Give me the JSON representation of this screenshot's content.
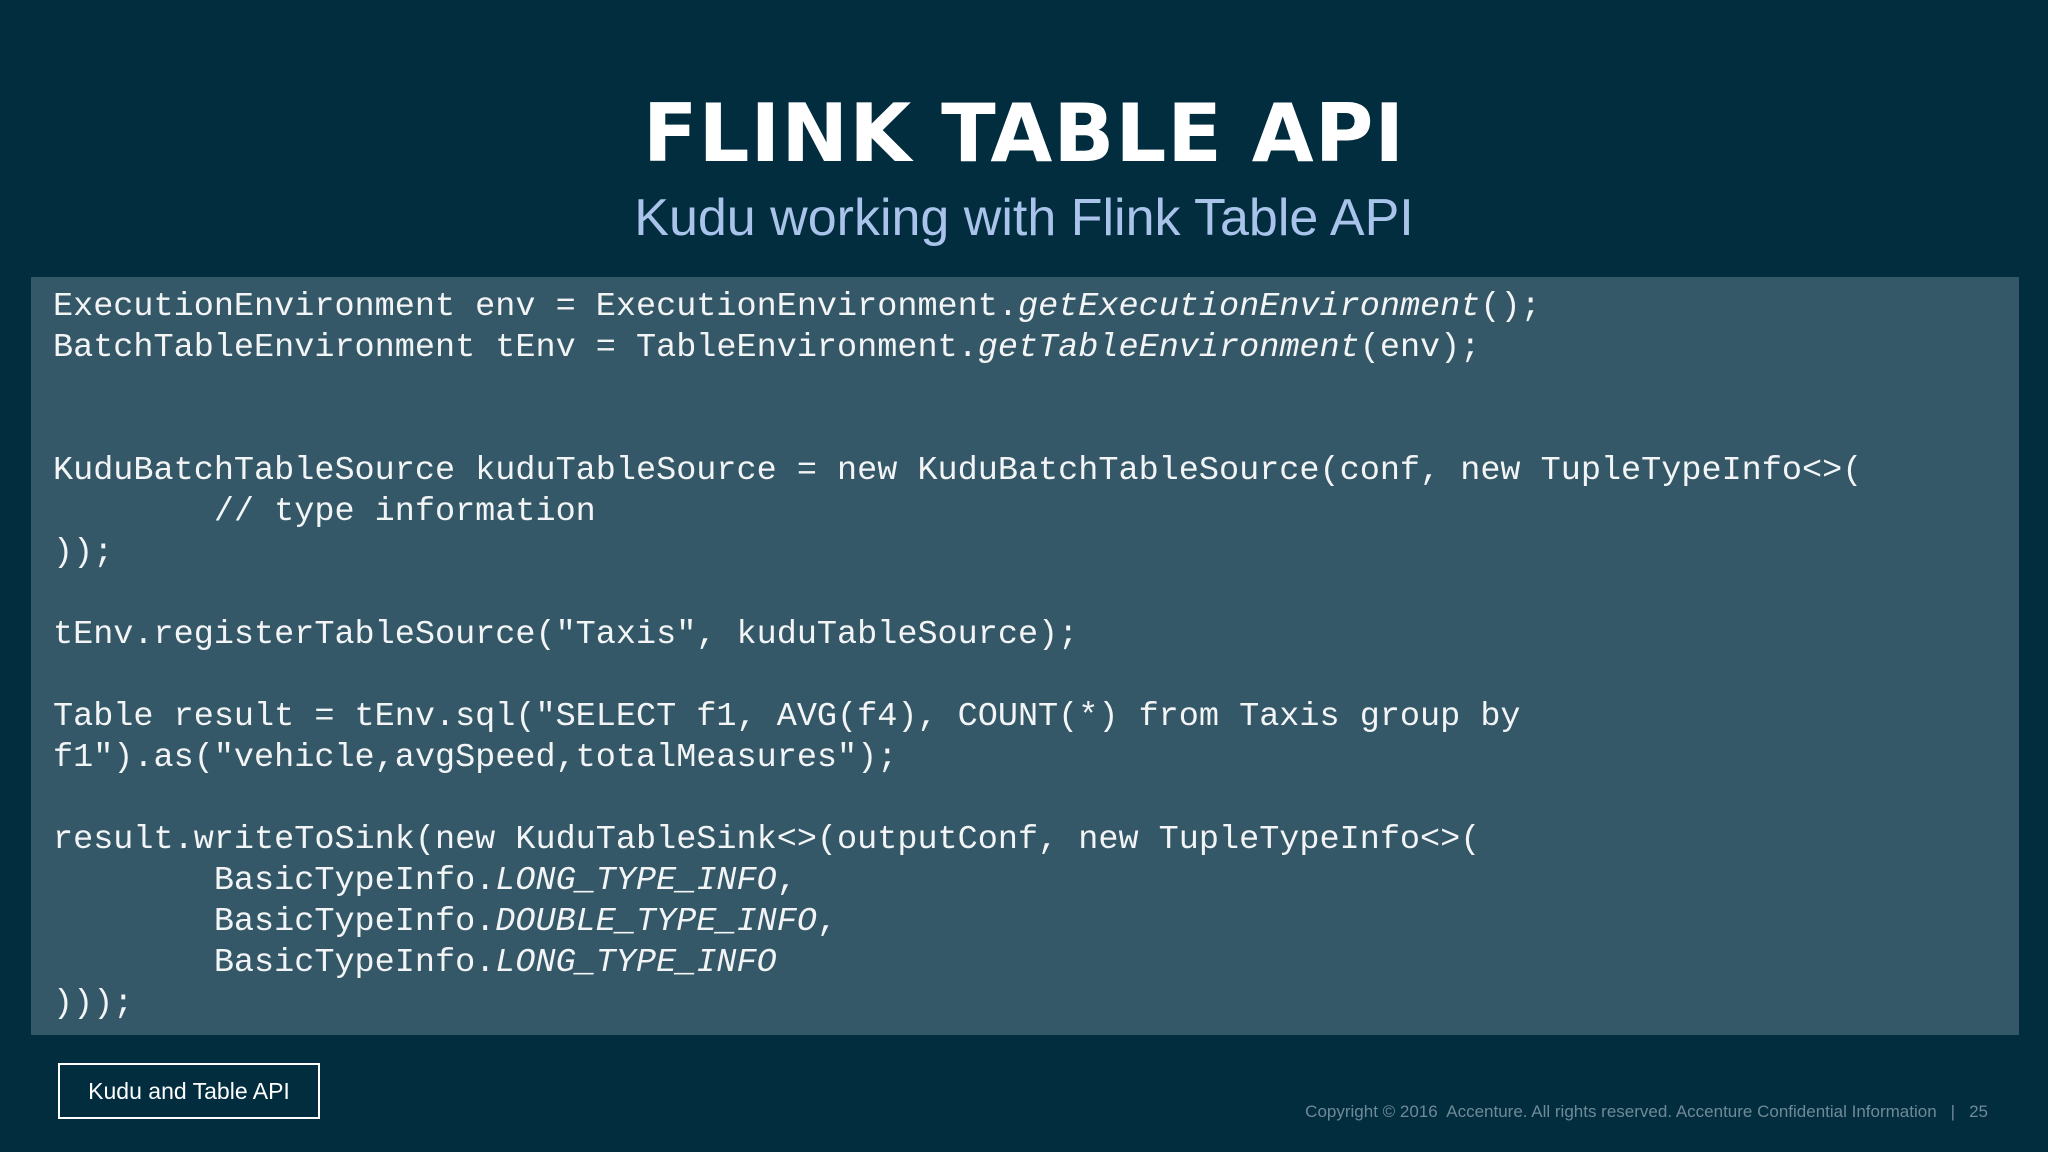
{
  "slide": {
    "title": "FLINK TABLE API",
    "subtitle": "Kudu working with Flink Table API"
  },
  "code": {
    "lines": [
      [
        {
          "t": "ExecutionEnvironment env = ExecutionEnvironment."
        },
        {
          "t": "getExecutionEnvironment",
          "i": true
        },
        {
          "t": "();"
        }
      ],
      [
        {
          "t": "BatchTableEnvironment tEnv = TableEnvironment."
        },
        {
          "t": "getTableEnvironment",
          "i": true
        },
        {
          "t": "(env);"
        }
      ],
      [],
      [],
      [
        {
          "t": "KuduBatchTableSource kuduTableSource = new KuduBatchTableSource(conf, new TupleTypeInfo<>("
        }
      ],
      [
        {
          "t": "        // type information"
        }
      ],
      [
        {
          "t": "));"
        }
      ],
      [],
      [
        {
          "t": "tEnv.registerTableSource(\"Taxis\", kuduTableSource);"
        }
      ],
      [],
      [
        {
          "t": "Table result = tEnv.sql(\"SELECT f1, AVG(f4), COUNT(*) from Taxis group by"
        }
      ],
      [
        {
          "t": "f1\").as(\"vehicle,avgSpeed,totalMeasures\");"
        }
      ],
      [],
      [
        {
          "t": "result.writeToSink(new KuduTableSink<>(outputConf, new TupleTypeInfo<>("
        }
      ],
      [
        {
          "t": "        BasicTypeInfo."
        },
        {
          "t": "LONG_TYPE_INFO",
          "i": true
        },
        {
          "t": ","
        }
      ],
      [
        {
          "t": "        BasicTypeInfo."
        },
        {
          "t": "DOUBLE_TYPE_INFO",
          "i": true
        },
        {
          "t": ","
        }
      ],
      [
        {
          "t": "        BasicTypeInfo."
        },
        {
          "t": "LONG_TYPE_INFO",
          "i": true
        }
      ],
      [
        {
          "t": ")));"
        }
      ]
    ]
  },
  "footer": {
    "tag": "Kudu and Table API",
    "copyright": "Copyright © 2016  Accenture. All rights reserved. Accenture Confidential Information",
    "separator": "|",
    "page_number": "25"
  }
}
